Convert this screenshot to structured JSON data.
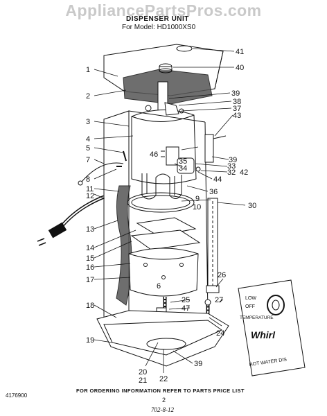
{
  "watermark": "AppliancePartsPros.com",
  "title": "DISPENSER UNIT",
  "subtitle": "For Model: HD1000XS0",
  "footer": "FOR ORDERING INFORMATION REFER TO PARTS PRICE LIST",
  "doc_number": "4176900",
  "page_number": "2",
  "revision": "702-8-12",
  "badge": {
    "line1": "LOW",
    "line2": "OFF",
    "line3": "TEMPERATURE",
    "brand": "Whirl",
    "bottom": "HOT WATER DIS"
  },
  "callouts": [
    "1",
    "2",
    "3",
    "4",
    "5",
    "6",
    "7",
    "8",
    "9",
    "10",
    "11",
    "12",
    "13",
    "14",
    "15",
    "16",
    "17",
    "18",
    "19",
    "20",
    "21",
    "22",
    "24",
    "25",
    "26",
    "27",
    "30",
    "32",
    "33",
    "34",
    "35",
    "36",
    "37",
    "38",
    "39",
    "40",
    "41",
    "42",
    "43",
    "44",
    "46",
    "47"
  ]
}
